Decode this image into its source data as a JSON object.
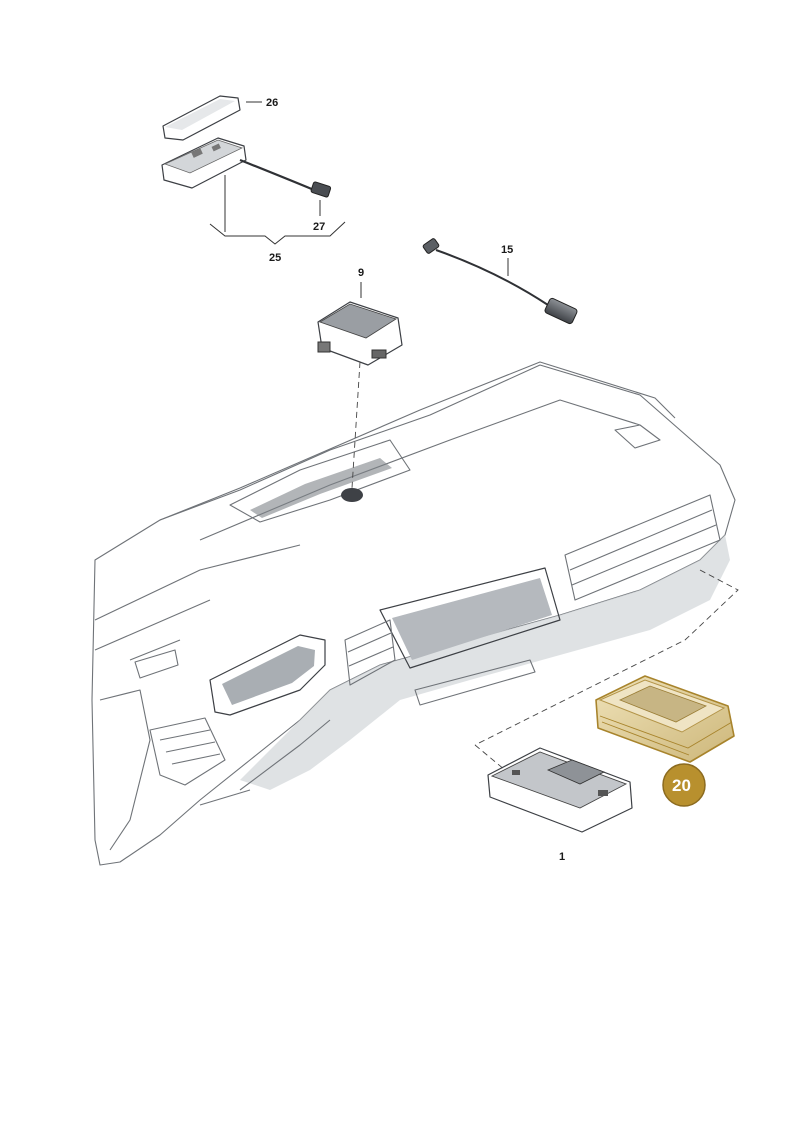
{
  "callouts": {
    "c26": "26",
    "c27": "27",
    "c25": "25",
    "c15": "15",
    "c9": "9",
    "c1": "1"
  },
  "highlight": {
    "label": "20",
    "color": "#b8902e"
  },
  "colors": {
    "part_dark": "#55595e",
    "part_light": "#c9ccd0",
    "dashboard_shade": "#e3e5e8",
    "highlight_fill": "#e6d7ab"
  }
}
